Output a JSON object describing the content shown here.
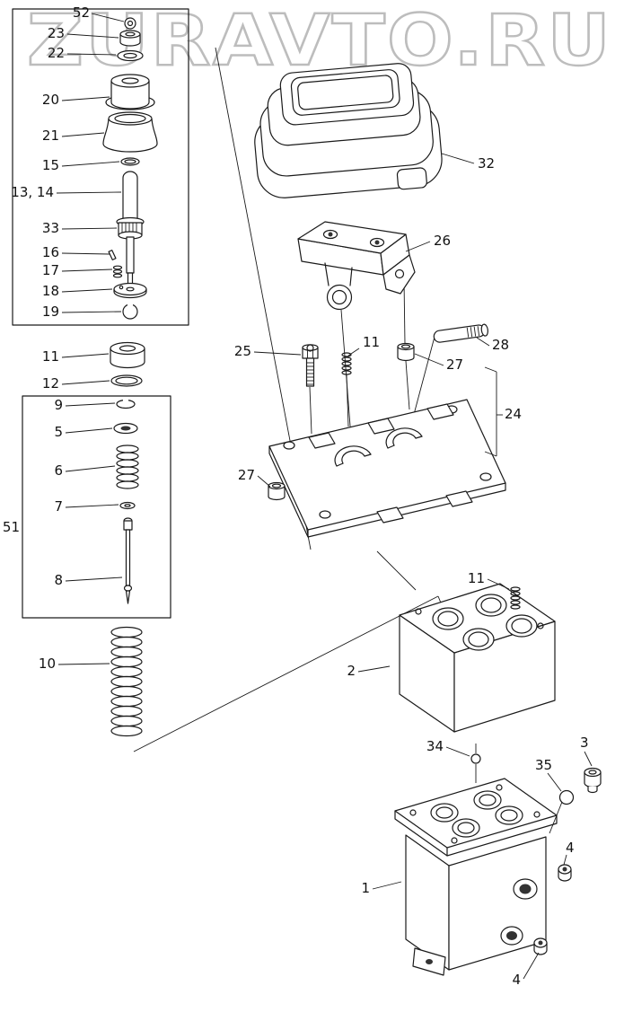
{
  "watermark": "ZURAVTO.RU",
  "figure_type": "exploded-parts-diagram",
  "colors": {
    "line": "#1a1a1a",
    "watermark": "#bdbdbd",
    "background": "#ffffff"
  },
  "labels": [
    {
      "text": "52"
    },
    {
      "text": "23"
    },
    {
      "text": "22"
    },
    {
      "text": "20"
    },
    {
      "text": "21"
    },
    {
      "text": "15"
    },
    {
      "text": "13, 14"
    },
    {
      "text": "33"
    },
    {
      "text": "16"
    },
    {
      "text": "17"
    },
    {
      "text": "18"
    },
    {
      "text": "19"
    },
    {
      "text": "11"
    },
    {
      "text": "12"
    },
    {
      "text": "9"
    },
    {
      "text": "5"
    },
    {
      "text": "6"
    },
    {
      "text": "7"
    },
    {
      "text": "51"
    },
    {
      "text": "8"
    },
    {
      "text": "10"
    },
    {
      "text": "32"
    },
    {
      "text": "26"
    },
    {
      "text": "25"
    },
    {
      "text": "11"
    },
    {
      "text": "28"
    },
    {
      "text": "27"
    },
    {
      "text": "24"
    },
    {
      "text": "27"
    },
    {
      "text": "2"
    },
    {
      "text": "11"
    },
    {
      "text": "34"
    },
    {
      "text": "3"
    },
    {
      "text": "35"
    },
    {
      "text": "1"
    },
    {
      "text": "4"
    },
    {
      "text": "4"
    }
  ]
}
